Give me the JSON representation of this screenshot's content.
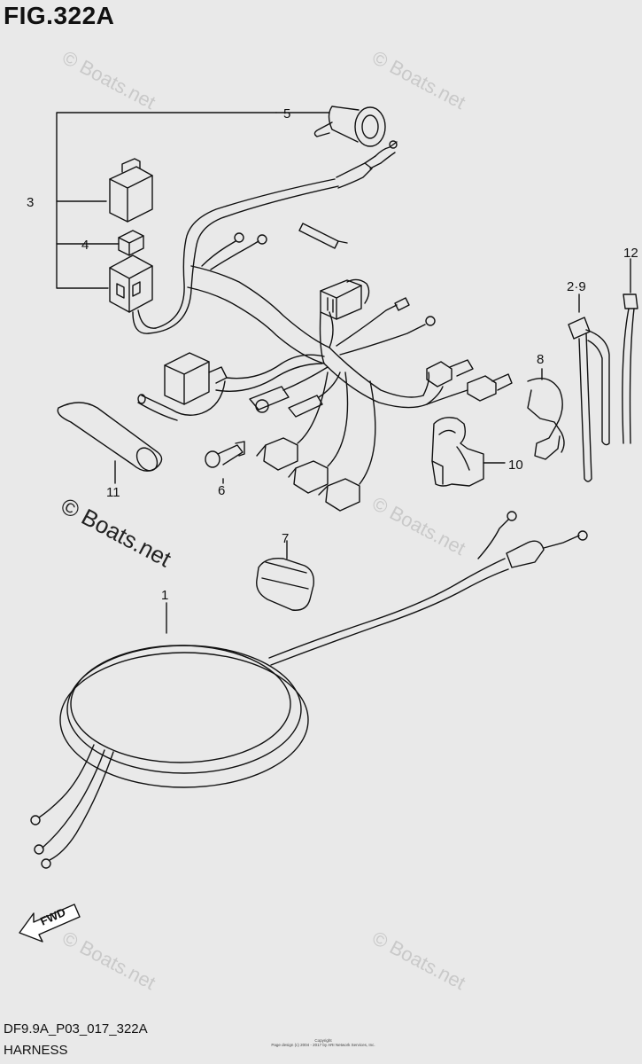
{
  "figure_title": "FIG.322A",
  "footer": {
    "code": "DF9.9A_P03_017_322A",
    "name": "HARNESS",
    "copyright_lines": [
      "Copyright",
      "Page design (c) 2004 - 2017 by ARI Network Services, Inc."
    ]
  },
  "watermark_text": "© Boats.net",
  "fwd_label": "FWD",
  "part_labels": {
    "p1": "1",
    "p2_9": "2·9",
    "p3": "3",
    "p4": "4",
    "p5": "5",
    "p6": "6",
    "p7": "7",
    "p8": "8",
    "p10": "10",
    "p11": "11",
    "p12": "12"
  },
  "colors": {
    "background": "#e9e9e9",
    "line": "#111111",
    "watermark": "#c9c9c9"
  }
}
